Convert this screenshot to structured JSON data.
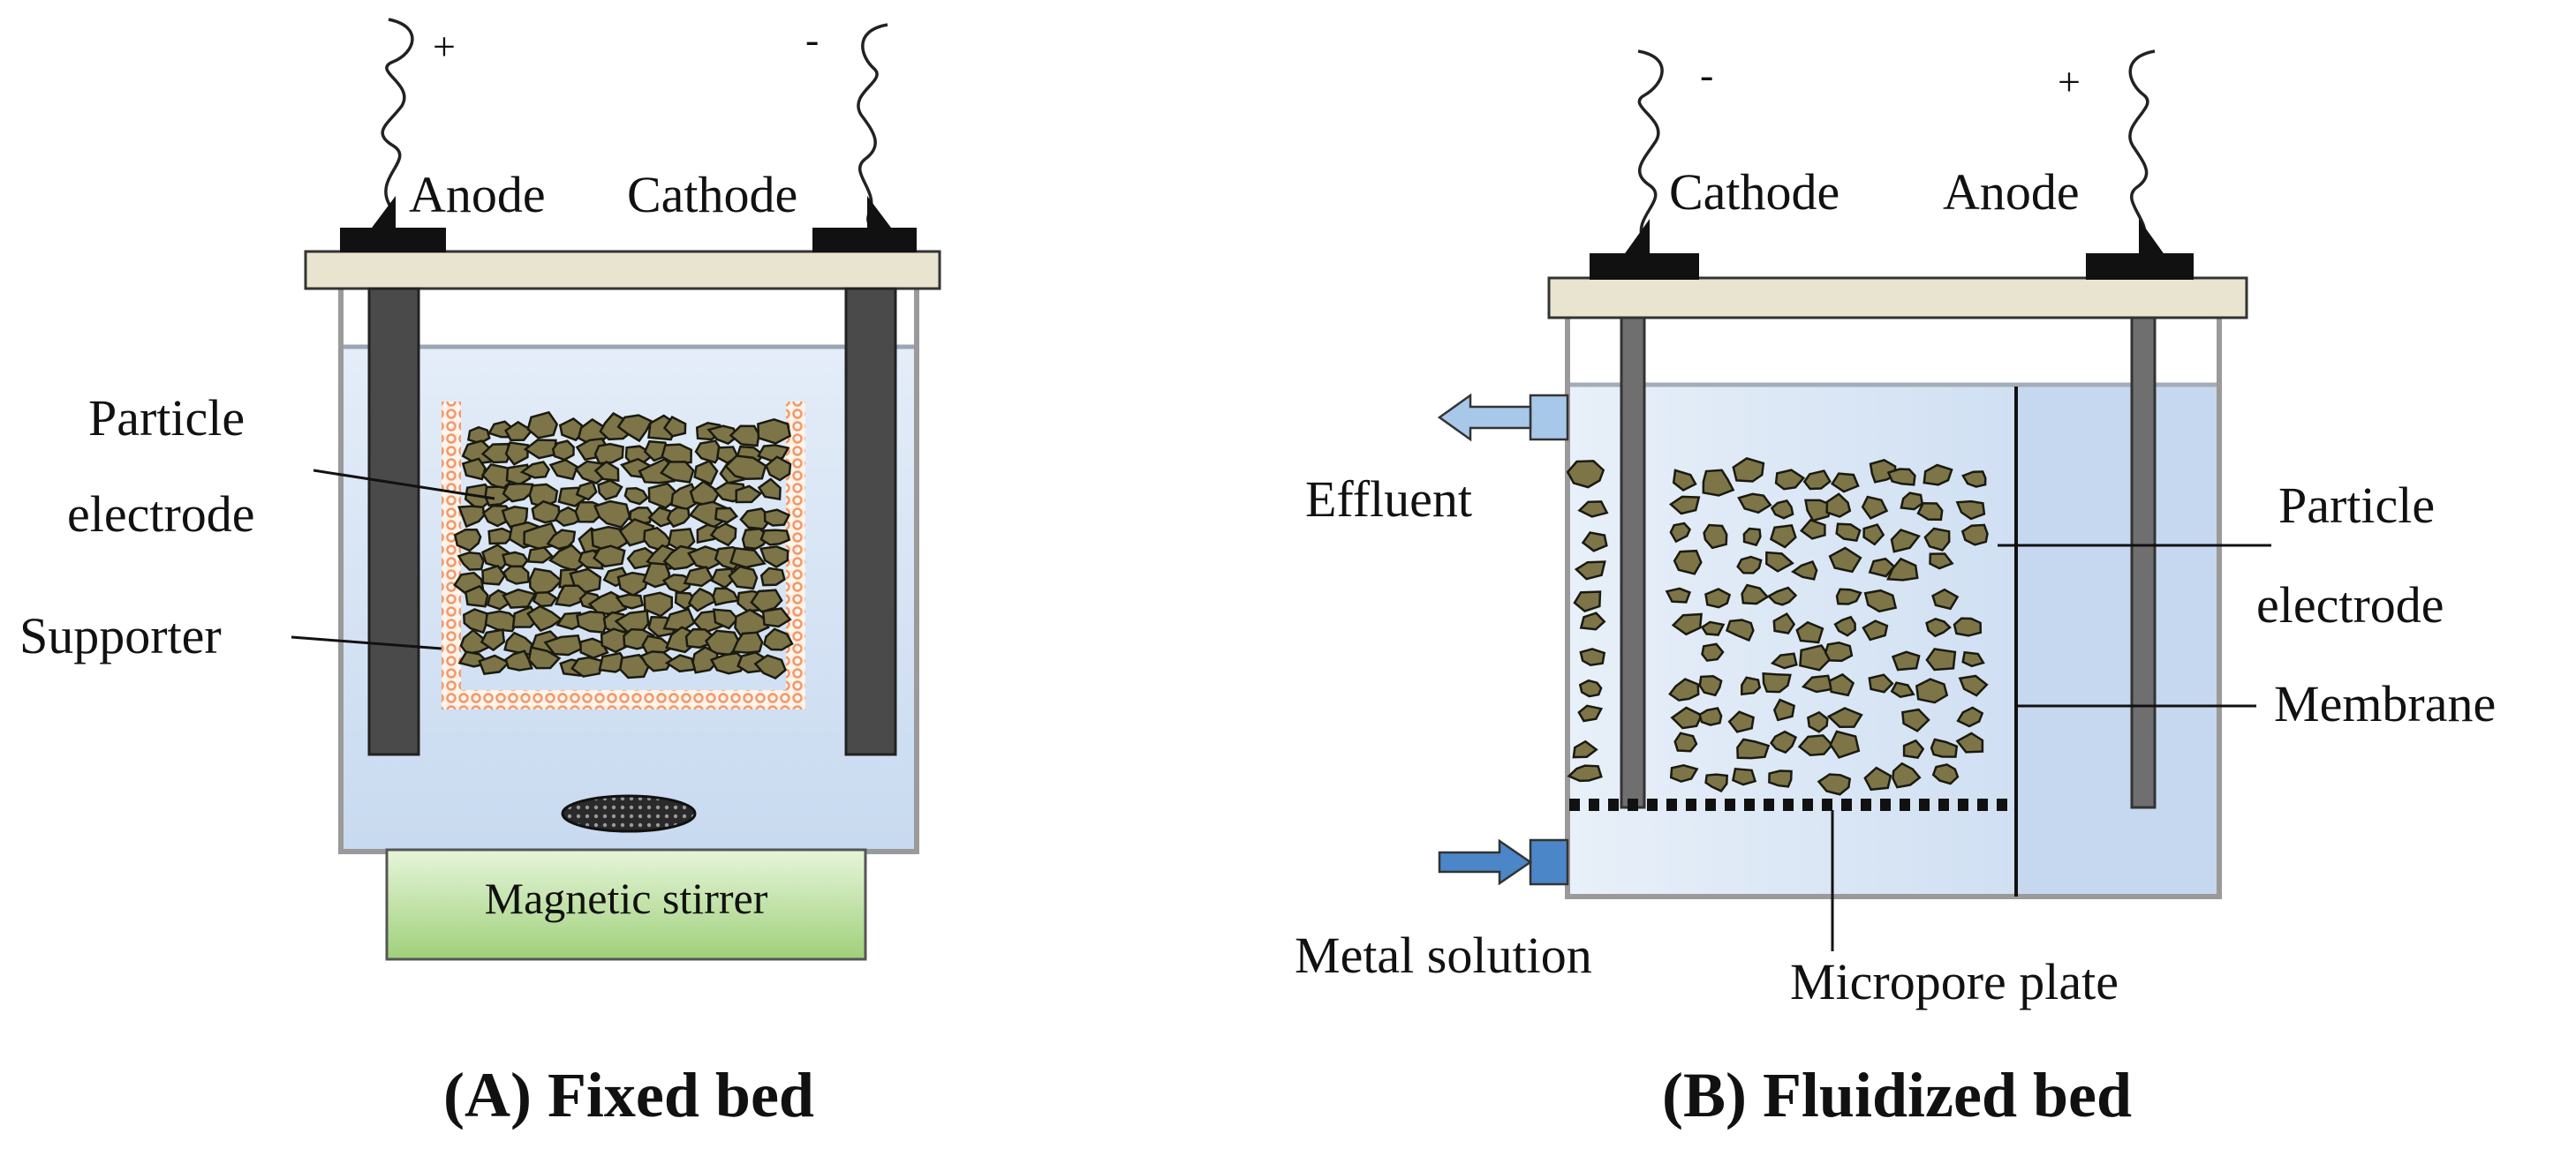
{
  "panel_a": {
    "terminals": {
      "plus": "+",
      "minus": "-"
    },
    "anode_label": "Anode",
    "cathode_label": "Cathode",
    "particle_label_line1": "Particle",
    "particle_label_line2": "electrode",
    "supporter_label": "Supporter",
    "stirrer_label": "Magnetic stirrer",
    "caption": "(A) Fixed bed"
  },
  "panel_b": {
    "terminals": {
      "minus": "-",
      "plus": "+"
    },
    "cathode_label": "Cathode",
    "anode_label": "Anode",
    "effluent_label": "Effluent",
    "particle_label_line1": "Particle",
    "particle_label_line2": "electrode",
    "membrane_label": "Membrane",
    "metal_solution_label": "Metal solution",
    "micropore_label": "Micropore plate",
    "caption": "(B) Fluidized bed"
  },
  "colors": {
    "solution": "#cfdff2",
    "lid": "#e9e4cf",
    "electrode": "#4a4a4a",
    "rod": "#6f6f6f",
    "particle": "#7d7548",
    "supporter": "#f3a27a",
    "stirrer": "#b9e0a0",
    "arrow_out": "#a8c8ea",
    "arrow_in": "#4a86c8"
  }
}
